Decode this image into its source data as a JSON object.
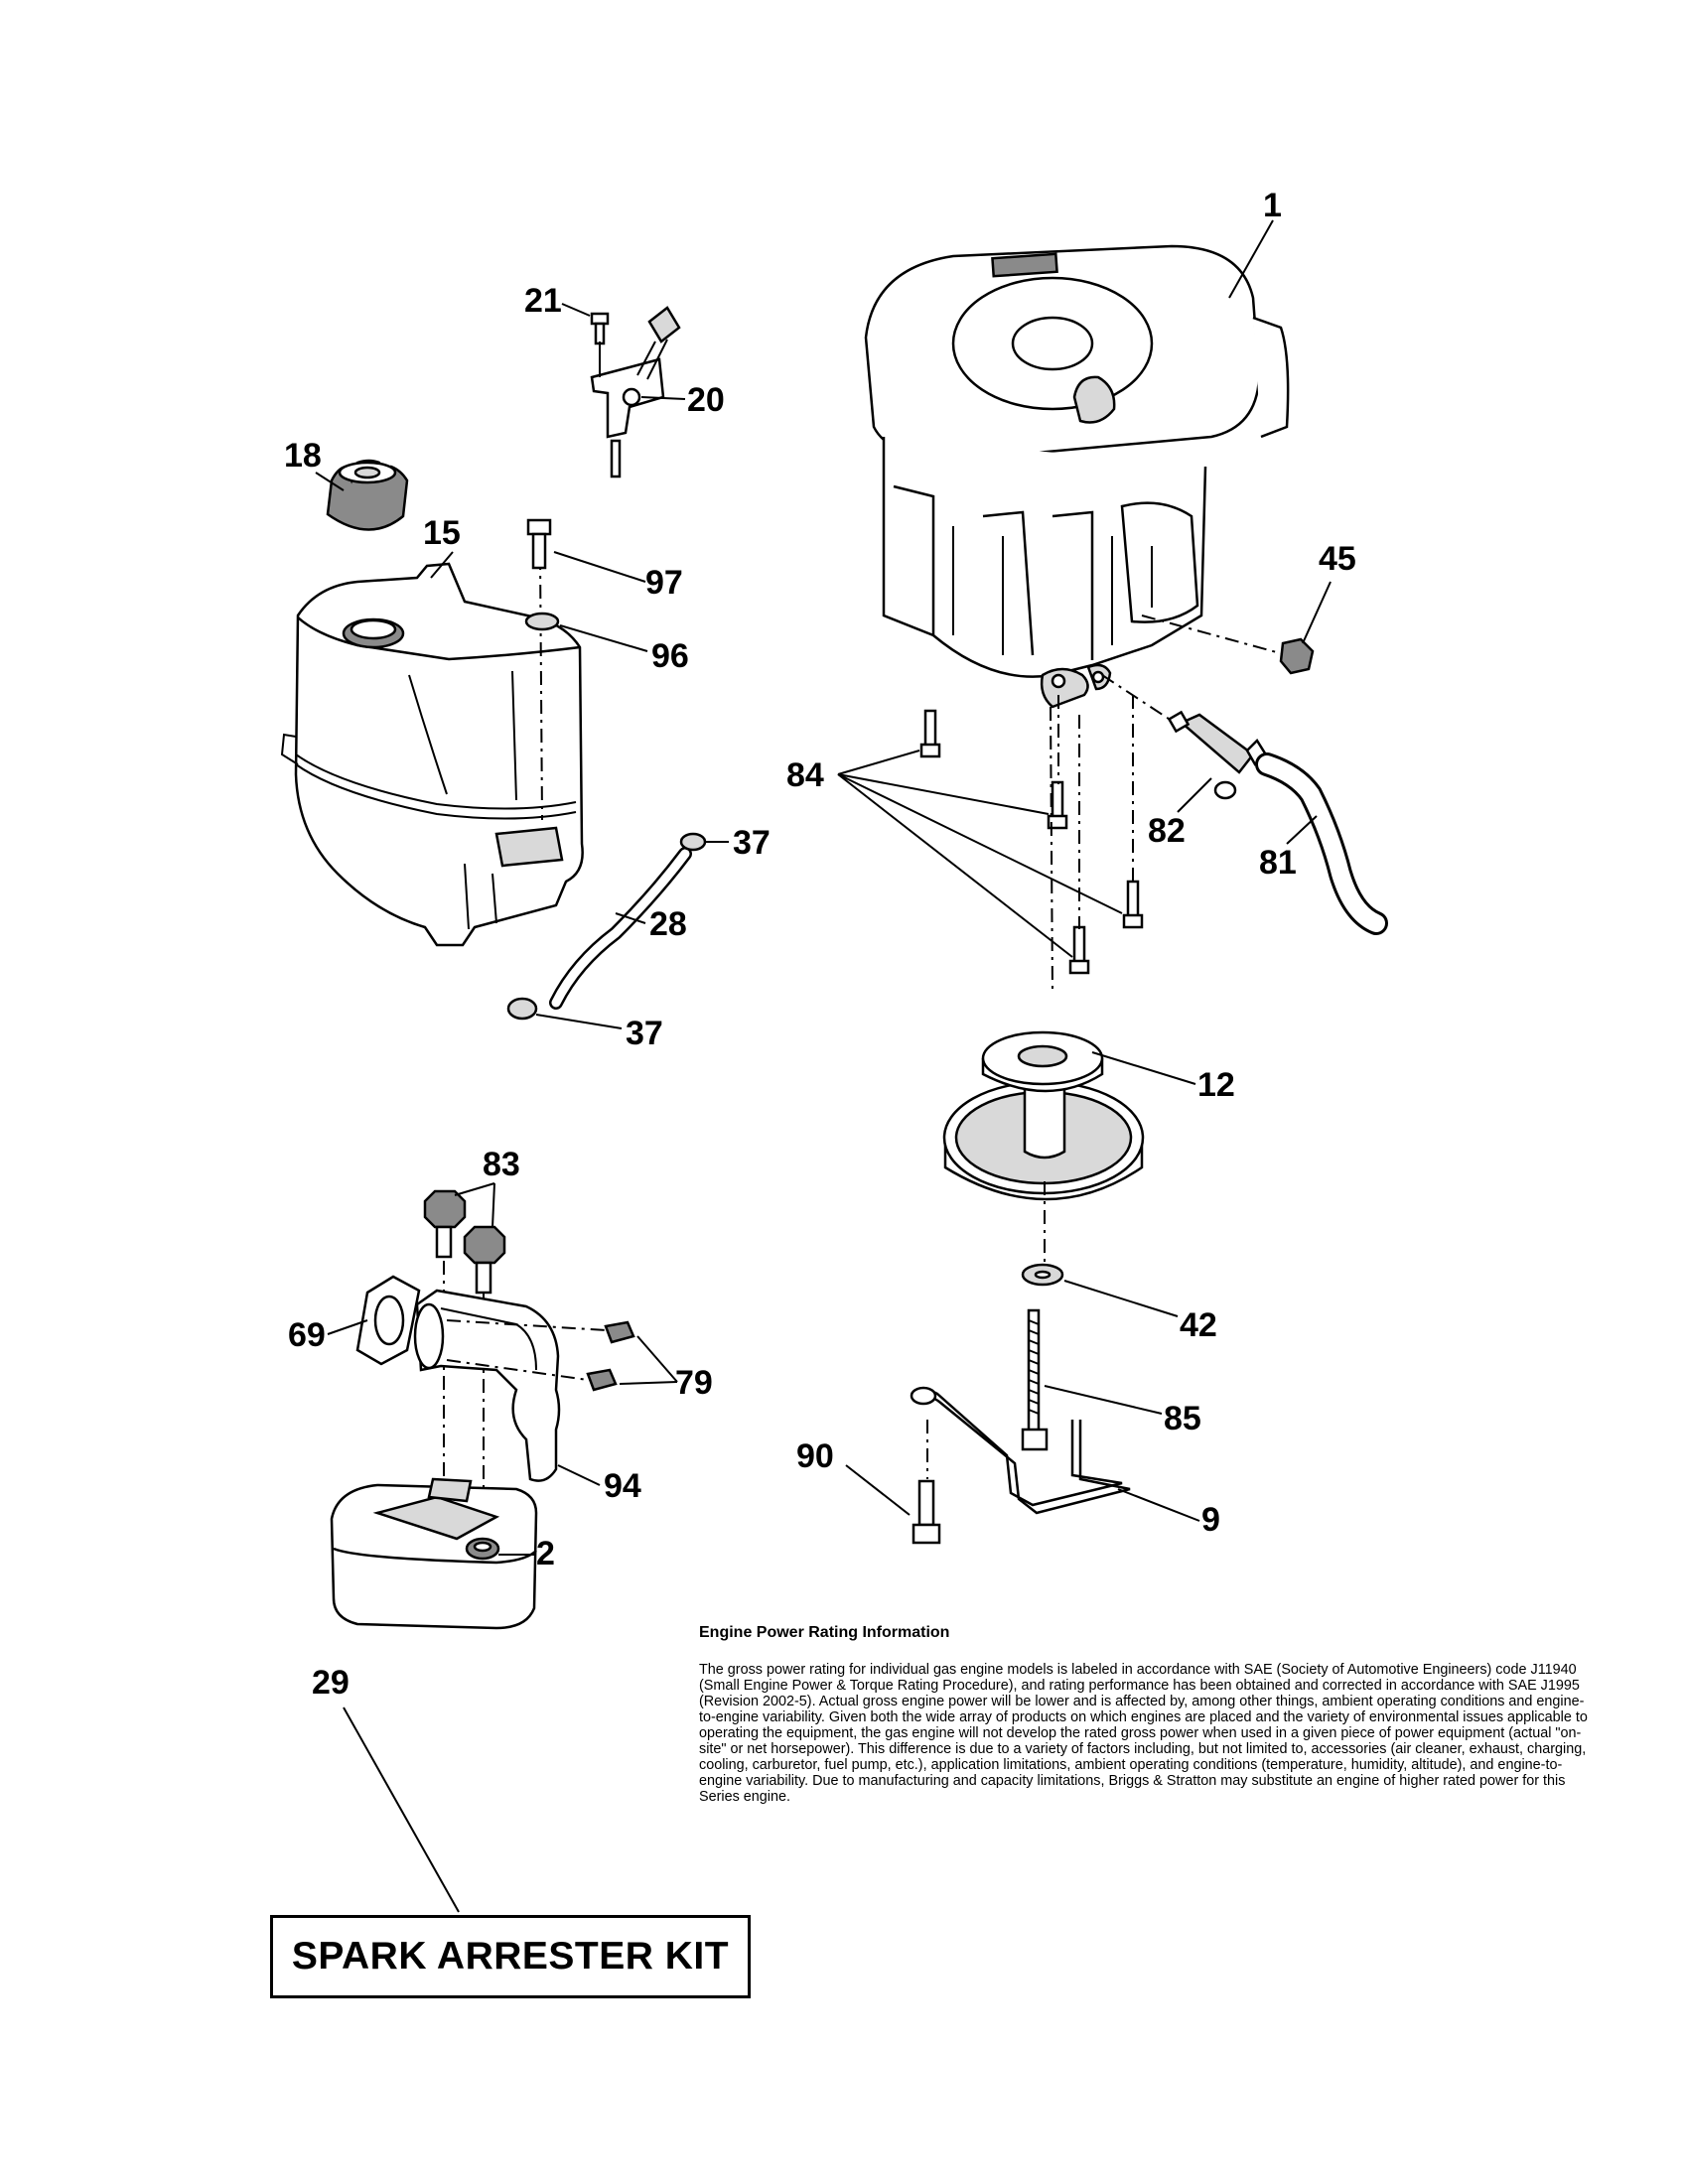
{
  "labels": {
    "p1": "1",
    "p2": "2",
    "p9": "9",
    "p12": "12",
    "p15": "15",
    "p18": "18",
    "p20": "20",
    "p21": "21",
    "p28": "28",
    "p29": "29",
    "p37a": "37",
    "p37b": "37",
    "p42": "42",
    "p45": "45",
    "p69": "69",
    "p79": "79",
    "p81": "81",
    "p82": "82",
    "p83": "83",
    "p84": "84",
    "p85": "85",
    "p90": "90",
    "p94": "94",
    "p96": "96",
    "p97": "97"
  },
  "info": {
    "title": "Engine Power Rating Information",
    "body": "The gross power rating for individual gas engine models is labeled in accordance with SAE (Society of Automotive Engineers) code J11940 (Small Engine Power & Torque Rating Procedure), and rating performance has been obtained and corrected in accordance with SAE J1995 (Revision 2002-5). Actual gross engine power will be lower and is affected by, among other things, ambient operating conditions and engine-to-engine variability. Given both the wide array of products on which engines are placed and the variety of environmental issues applicable to operating the equipment, the gas engine will not develop the rated gross power when used in a given piece of power equipment (actual \"on-site\" or net horsepower). This difference is due to a variety of factors including, but not limited to, accessories (air cleaner, exhaust, charging, cooling, carburetor, fuel pump, etc.), application limitations, ambient operating conditions (temperature, humidity, altitude), and engine-to-engine variability. Due to manufacturing and capacity limitations, Briggs & Stratton may substitute an engine of higher rated power for this Series engine."
  },
  "kit": {
    "label": "SPARK ARRESTER KIT"
  }
}
